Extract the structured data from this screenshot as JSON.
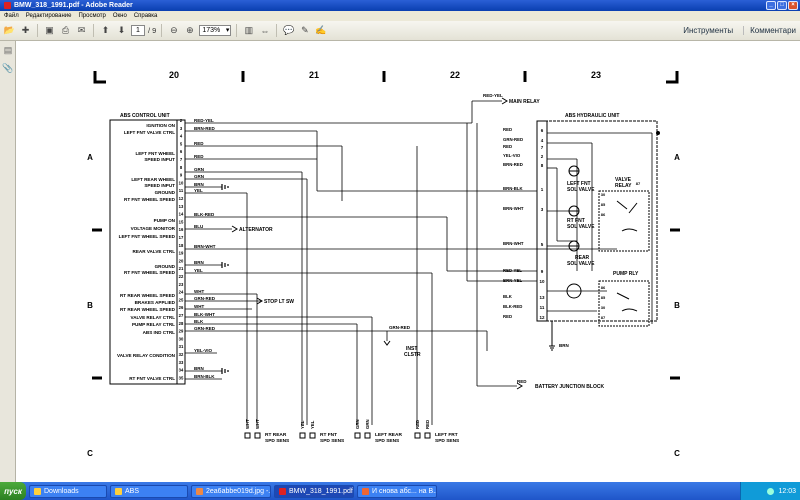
{
  "window": {
    "title": "BMW_318_1991.pdf - Adobe Reader"
  },
  "menu": [
    "Файл",
    "Редактирование",
    "Просмотр",
    "Окно",
    "Справка"
  ],
  "toolbar": {
    "page_current": "1",
    "page_total": "/ 9",
    "zoom": "173%",
    "tools_label": "Инструменты",
    "comments_label": "Комментари"
  },
  "diagram": {
    "grid_columns": [
      "20",
      "21",
      "22",
      "23"
    ],
    "grid_rows_left": [
      "A",
      "B",
      "C"
    ],
    "grid_rows_right": [
      "A",
      "B",
      "C"
    ],
    "abs_unit_title": "ABS CONTROL UNIT",
    "hydraulic_unit_title": "ABS HYDRAULIC UNIT",
    "left_labels": [
      "IGNITION ON",
      "LEFT FNT VALVE CTRL",
      "LEFT FNT WHEEL",
      "SPEED INPUT",
      "LEFT REAR WHEEL",
      "SPEED INPUT",
      "GROUND",
      "RT FNT WHEEL SPEED",
      "PUMP ON",
      "VOLTAGE MONITOR",
      "LEFT FNT WHEEL SPEED",
      "REAR VALVE CTRL",
      "GROUND",
      "RT FNT WHEEL SPEED",
      "RT REAR WHEEL SPEED",
      "BRAKES APPLIED",
      "RT REAR WHEEL SPEED",
      "VALVE RELAY CTRL",
      "PUMP RELAY CTRL",
      "ABS IND CTRL",
      "VALVE RELAY CONDITION",
      "RT FNT VALVE CTRL"
    ],
    "pin_numbers": [
      "2",
      "3",
      "4",
      "5",
      "6",
      "7",
      "8",
      "9",
      "10",
      "11",
      "12",
      "13",
      "14",
      "15",
      "16",
      "17",
      "18",
      "19",
      "20",
      "21",
      "22",
      "23",
      "24",
      "25",
      "26",
      "27",
      "28",
      "29",
      "30",
      "31",
      "32",
      "33",
      "34",
      "35"
    ],
    "wire_colors_left": [
      "RED-YEL",
      "BRN-RED",
      "RED",
      "RED",
      "GRN",
      "GRN",
      "BRN",
      "YEL",
      "BLK-RED",
      "BLU",
      "BRN-WHT",
      "BRN",
      "YEL",
      "WHT",
      "GRN-RED",
      "WHT",
      "BLK-WHT",
      "BLK",
      "GRN-RED",
      "YEL-VIO",
      "BRN",
      "BRN-BLK"
    ],
    "callouts": {
      "main_relay": "MAIN RELAY",
      "alternator": "ALTERNATOR",
      "stop_lt_sw": "STOP LT SW",
      "inst_cluster": "INST\nCLSTR",
      "battery_junction": "BATTERY JUNCTION BLOCK",
      "main_relay_wire": "RED-YEL",
      "battery_wire": "RED",
      "inst_wire": "GRN-RED",
      "ground_wire": "BRN"
    },
    "hydraulic_labels": {
      "left_fnt_sol": [
        "LEFT FNT",
        "SOL VALVE"
      ],
      "rt_fnt_sol": [
        "RT FNT",
        "SOL VALVE"
      ],
      "rear_sol": [
        "REAR",
        "SOL VALVE"
      ],
      "valve_relay": [
        "VALVE",
        "RELAY"
      ],
      "pump_rly": "PUMP RLY"
    },
    "hydraulic_wires": [
      "RED",
      "GRN-RED",
      "RED",
      "YEL-VIO",
      "BRN-RED",
      "BRN-BLK",
      "BRN-WHT",
      "BRN-WHT",
      "RED-YEL",
      "BRN-YEL",
      "BLK",
      "BLK-RED",
      "RED"
    ],
    "hydraulic_pins": [
      "6",
      "4",
      "7",
      "2",
      "8",
      "1",
      "3",
      "5",
      "9",
      "10",
      "13",
      "11",
      "12"
    ],
    "relay_pins": [
      "87",
      "30",
      "85",
      "86",
      "86",
      "85",
      "30",
      "87"
    ],
    "sensors": [
      {
        "wires": [
          "WHT",
          "WHT"
        ],
        "label": [
          "RT REAR",
          "SPD SENS"
        ]
      },
      {
        "wires": [
          "YEL",
          "YEL"
        ],
        "label": [
          "RT FNT",
          "SPD SENS"
        ]
      },
      {
        "wires": [
          "GRN",
          "GRN"
        ],
        "label": [
          "LEFT REAR",
          "SPD SENS"
        ]
      },
      {
        "wires": [
          "RED",
          "RED"
        ],
        "label": [
          "LEFT FRT",
          "SPD SENS"
        ]
      }
    ]
  },
  "taskbar": {
    "start": "пуск",
    "items": [
      "Downloads",
      "ABS",
      "2ea6abbe019d.jpg -...",
      "BMW_318_1991.pdf...",
      "И снова абс... на В..."
    ],
    "clock": "12:03"
  }
}
